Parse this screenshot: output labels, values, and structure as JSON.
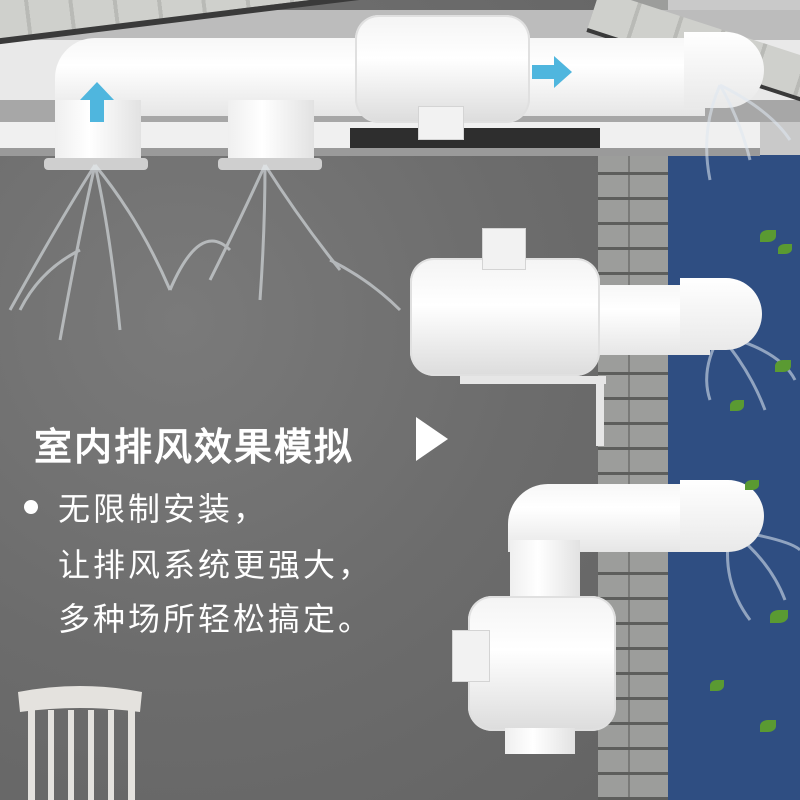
{
  "headline": {
    "title": "室内排风效果模拟",
    "title_arrow_icon": "play-triangle-icon"
  },
  "bullets": [
    {
      "icon": "bullet-dot-icon",
      "lines": [
        "无限制安装，",
        "让排风系统更强大，",
        "多种场所轻松搞定。"
      ]
    }
  ],
  "illustration": {
    "flow_arrow_color": "#4fb6de",
    "wall_color": "#6c6c6c",
    "sky_color": "#2f4e82",
    "fans": [
      "ceiling-inline-fan",
      "wall-bracket-inline-fan",
      "vertical-inline-fan"
    ],
    "vents": [
      "hooded-vent-top",
      "hooded-vent-middle",
      "hooded-vent-bottom"
    ]
  }
}
